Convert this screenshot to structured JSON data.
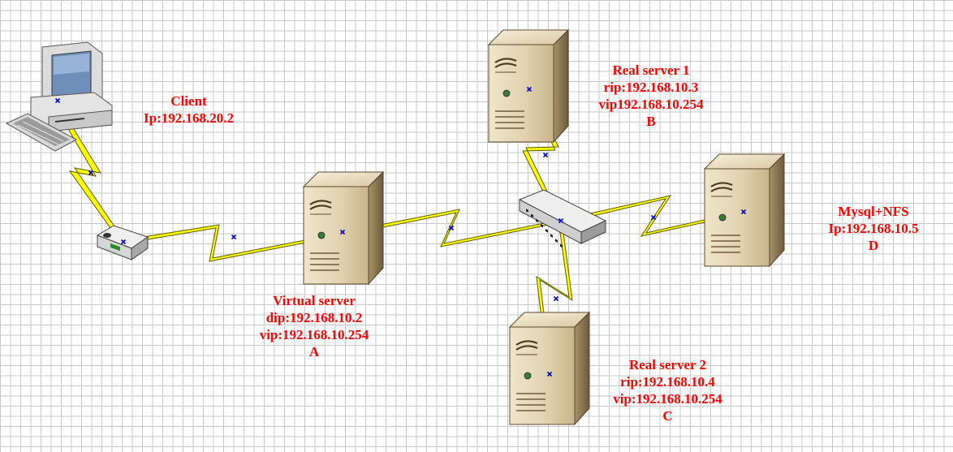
{
  "colors": {
    "label_text": "#ff0000",
    "link_bolt_fill": "#ffff00",
    "link_bolt_stroke": "#5a5a00",
    "connector_marker": "#0000cc",
    "server_body": "#e6d8b8",
    "grid_line": "#c8c8c8"
  },
  "nodes": {
    "client": {
      "icon": "desktop-computer-icon",
      "lines": [
        "Client",
        "Ip:192.168.20.2"
      ]
    },
    "router": {
      "icon": "router-icon"
    },
    "virtual_server": {
      "icon": "tower-server-icon",
      "lines": [
        "Virtual server",
        "dip:192.168.10.2",
        "vip:192.168.10.254",
        "A"
      ]
    },
    "switch": {
      "icon": "network-switch-icon"
    },
    "real_server_1": {
      "icon": "tower-server-icon",
      "lines": [
        "Real server 1",
        "rip:192.168.10.3",
        "vip192.168.10.254",
        "B"
      ]
    },
    "real_server_2": {
      "icon": "tower-server-icon",
      "lines": [
        "Real server 2",
        "rip:192.168.10.4",
        "vip:192.168.10.254",
        "C"
      ]
    },
    "mysql_nfs": {
      "icon": "tower-server-icon",
      "lines": [
        "Mysql+NFS",
        "Ip:192.168.10.5",
        "D"
      ]
    }
  },
  "links": [
    {
      "from": "client",
      "to": "router",
      "icon": "lightning-link-icon"
    },
    {
      "from": "router",
      "to": "virtual_server",
      "icon": "lightning-link-icon"
    },
    {
      "from": "virtual_server",
      "to": "switch",
      "icon": "lightning-link-icon"
    },
    {
      "from": "switch",
      "to": "real_server_1",
      "icon": "lightning-link-icon"
    },
    {
      "from": "switch",
      "to": "real_server_2",
      "icon": "lightning-link-icon"
    },
    {
      "from": "switch",
      "to": "mysql_nfs",
      "icon": "lightning-link-icon"
    }
  ]
}
